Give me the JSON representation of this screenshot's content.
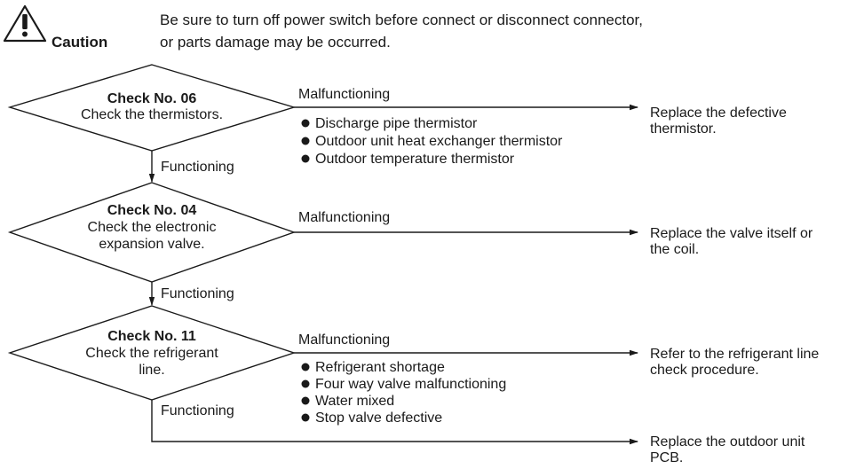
{
  "caution": {
    "icon": "warning-triangle-icon",
    "label": "Caution",
    "line1": "Be sure to turn off power switch before connect or disconnect connector,",
    "line2": "or parts damage may be occurred."
  },
  "steps": [
    {
      "check": "Check No. 06",
      "desc": [
        "Check the thermistors."
      ],
      "fail_label": "Malfunctioning",
      "fail_items": [
        "Discharge pipe thermistor",
        "Outdoor unit heat exchanger thermistor",
        "Outdoor temperature thermistor"
      ],
      "action": [
        "Replace the defective",
        "thermistor."
      ],
      "pass_label": "Functioning"
    },
    {
      "check": "Check No. 04",
      "desc": [
        "Check the electronic",
        "expansion valve."
      ],
      "fail_label": "Malfunctioning",
      "fail_items": [],
      "action": [
        "Replace the valve itself or",
        "the coil."
      ],
      "pass_label": "Functioning"
    },
    {
      "check": "Check No. 11",
      "desc": [
        "Check the refrigerant",
        "line."
      ],
      "fail_label": "Malfunctioning",
      "fail_items": [
        "Refrigerant shortage",
        "Four way valve malfunctioning",
        "Water mixed",
        "Stop valve defective"
      ],
      "action": [
        "Refer to the refrigerant line",
        "check procedure."
      ],
      "pass_label": "Functioning"
    }
  ],
  "final_action": [
    "Replace the outdoor unit",
    "PCB."
  ]
}
